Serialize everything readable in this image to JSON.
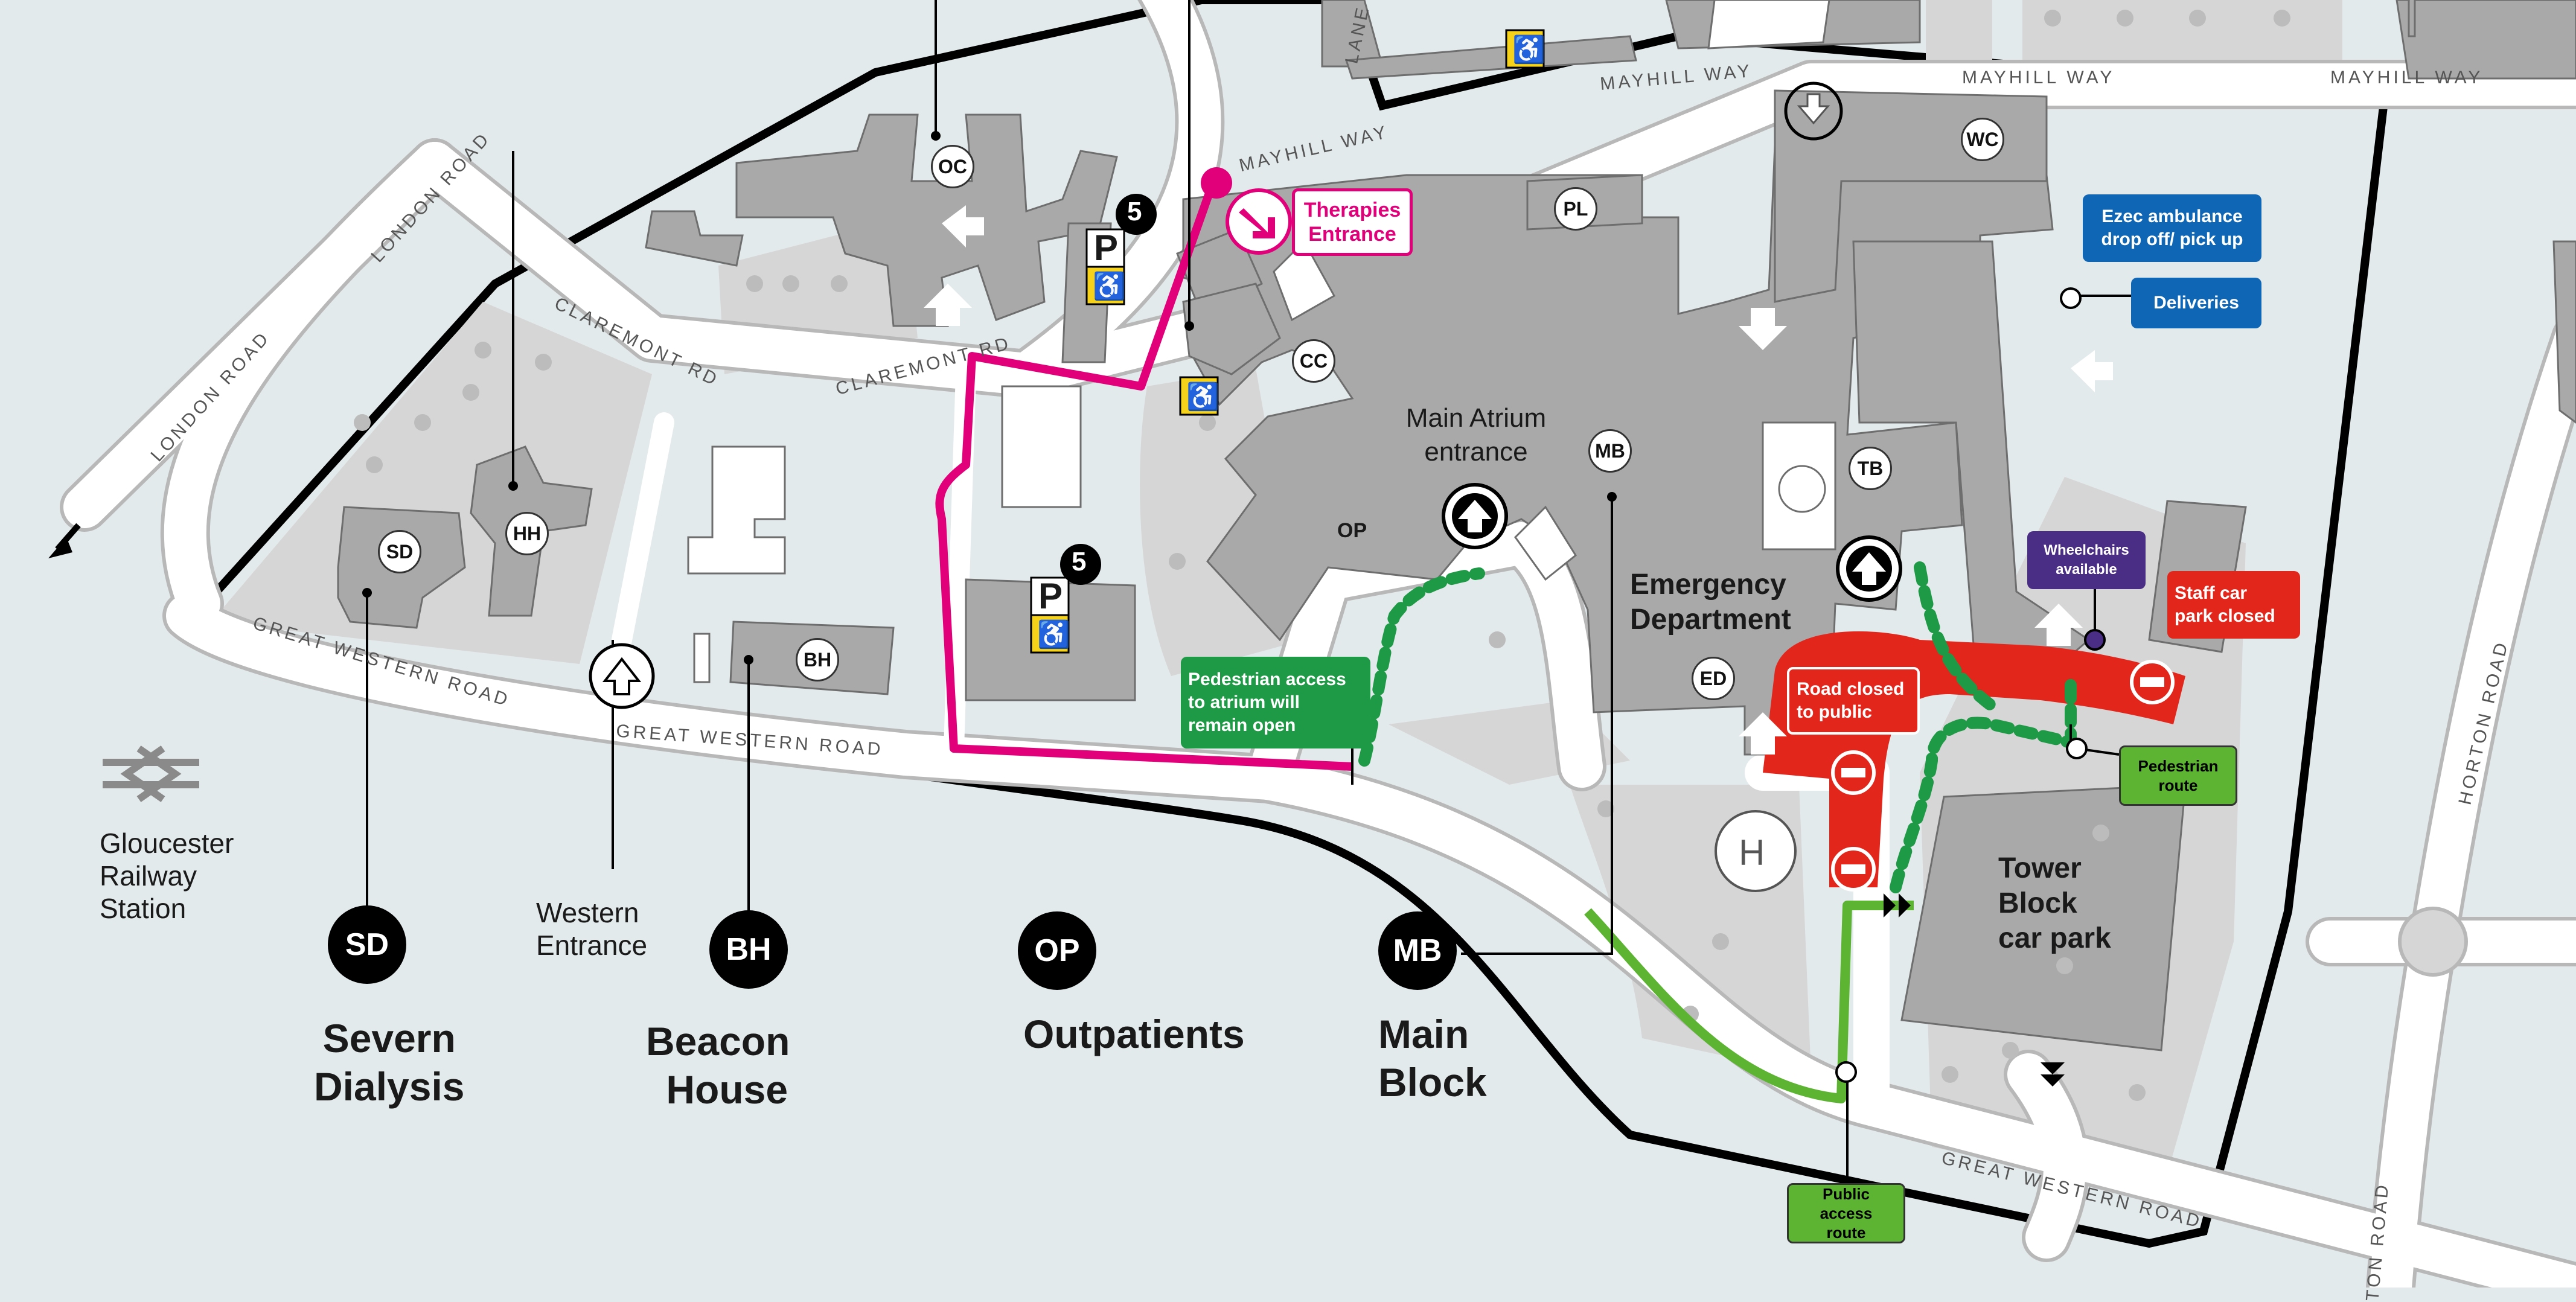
{
  "colors": {
    "background": "#e3eaec",
    "building": "#a9a9aa",
    "green_space": "#d6d6d6",
    "road": "#ffffff",
    "therapies_route": "#e2007a",
    "public_route": "#5db433",
    "pedestrian_route": "#1e9a46",
    "closed_road": "#e3261b",
    "info_blue": "#0f66b5",
    "wheelchair_purple": "#4a2d84",
    "accessible_yellow": "#f6d31a"
  },
  "roads": {
    "mayhill_way_1": "MAYHILL WAY",
    "mayhill_way_2": "MAYHILL WAY",
    "mayhill_way_3": "MAYHILL WAY",
    "mayhill_way_4": "MAYHILL WAY",
    "claremont_rd_1": "CLAREMONT RD",
    "claremont_rd_2": "CLAREMONT RD",
    "london_road_1": "LONDON ROAD",
    "london_road_2": "LONDON ROAD",
    "great_western_road_1": "GREAT WESTERN ROAD",
    "great_western_road_2": "GREAT WESTERN ROAD",
    "great_western_road_3": "GREAT WESTERN ROAD",
    "horton_road": "HORTON ROAD",
    "horton_road_partial": "TON ROAD",
    "lane_partial": "LANE"
  },
  "railway": {
    "line1": "Gloucester",
    "line2": "Railway",
    "line3": "Station"
  },
  "buildings": {
    "OC": "OC",
    "SD": "SD",
    "HH": "HH",
    "BH": "BH",
    "CC": "CC",
    "PL": "PL",
    "MB": "MB",
    "TB": "TB",
    "WC": "WC",
    "ED": "ED",
    "OP": "OP"
  },
  "legend_buildings": [
    {
      "code": "SD",
      "line1": "Severn",
      "line2": "Dialysis"
    },
    {
      "code": "BH",
      "line1": "Beacon",
      "line2": "House"
    },
    {
      "code": "OP",
      "line1": "Outpatients",
      "line2": ""
    },
    {
      "code": "MB",
      "line1": "Main",
      "line2": "Block"
    }
  ],
  "western_entrance": {
    "line1": "Western",
    "line2": "Entrance"
  },
  "main_atrium": {
    "line1": "Main Atrium",
    "line2": "entrance"
  },
  "emergency": {
    "line1": "Emergency",
    "line2": "Department"
  },
  "tower_block": {
    "line1": "Tower",
    "line2": "Block",
    "line3": "car park"
  },
  "parking_letter": "P",
  "parking_number": "5",
  "helipad": "H",
  "callouts": {
    "therapies": {
      "line1": "Therapies",
      "line2": "Entrance"
    },
    "pedestrian_access": {
      "line1": "Pedestrian access",
      "line2": "to atrium will",
      "line3": "remain open"
    },
    "road_closed": {
      "line1": "Road closed",
      "line2": "to public"
    },
    "staff_car_park": {
      "line1": "Staff car",
      "line2": "park closed"
    },
    "wheelchairs": {
      "line1": "Wheelchairs",
      "line2": "available"
    },
    "ezec": {
      "line1": "Ezec ambulance",
      "line2": "drop off/ pick up"
    },
    "deliveries": "Deliveries",
    "pedestrian_route": {
      "line1": "Pedestrian",
      "line2": "route"
    },
    "public_access": {
      "line1": "Public access",
      "line2": "route"
    }
  }
}
